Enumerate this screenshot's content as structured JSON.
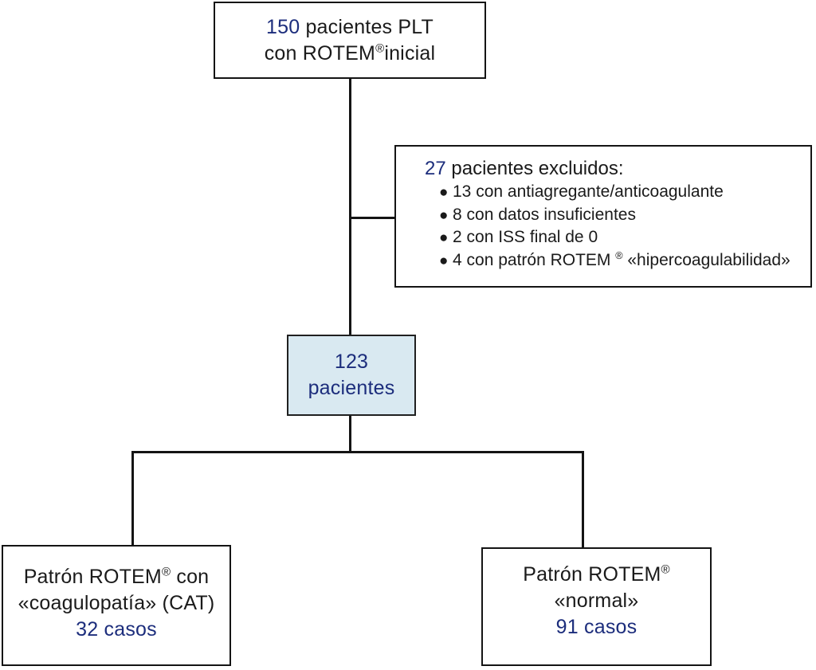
{
  "colors": {
    "navy": "#1c2d7c",
    "box_fill": "#d9e9f1",
    "line": "#141414"
  },
  "top_box": {
    "count": "150",
    "line1_rest": " pacientes PLT",
    "line2_pre": "con ROTEM",
    "reg": "®",
    "line2_post": "inicial"
  },
  "excluded_box": {
    "count": "27",
    "title_rest": " pacientes excluidos:",
    "bullet_glyph": "●",
    "bullets": [
      {
        "pre": "13 con antiagregante/anticoagulante",
        "sup": "",
        "post": ""
      },
      {
        "pre": "8 con datos insuficientes",
        "sup": "",
        "post": ""
      },
      {
        "pre": "2 con ISS final de 0",
        "sup": "",
        "post": ""
      },
      {
        "pre": "4 con patrón ROTEM ",
        "sup": "®",
        "post": " «hipercoagulabilidad»"
      }
    ]
  },
  "center_box": {
    "line1": "123",
    "line2": "pacientes"
  },
  "left_box": {
    "line1_pre": "Patrón ROTEM",
    "reg": "®",
    "line1_post": " con",
    "line2": "«coagulopatía» (CAT)",
    "cases": "32 casos"
  },
  "right_box": {
    "line1_pre": "Patrón ROTEM",
    "reg": "®",
    "line2": "«normal»",
    "cases": "91 casos"
  }
}
